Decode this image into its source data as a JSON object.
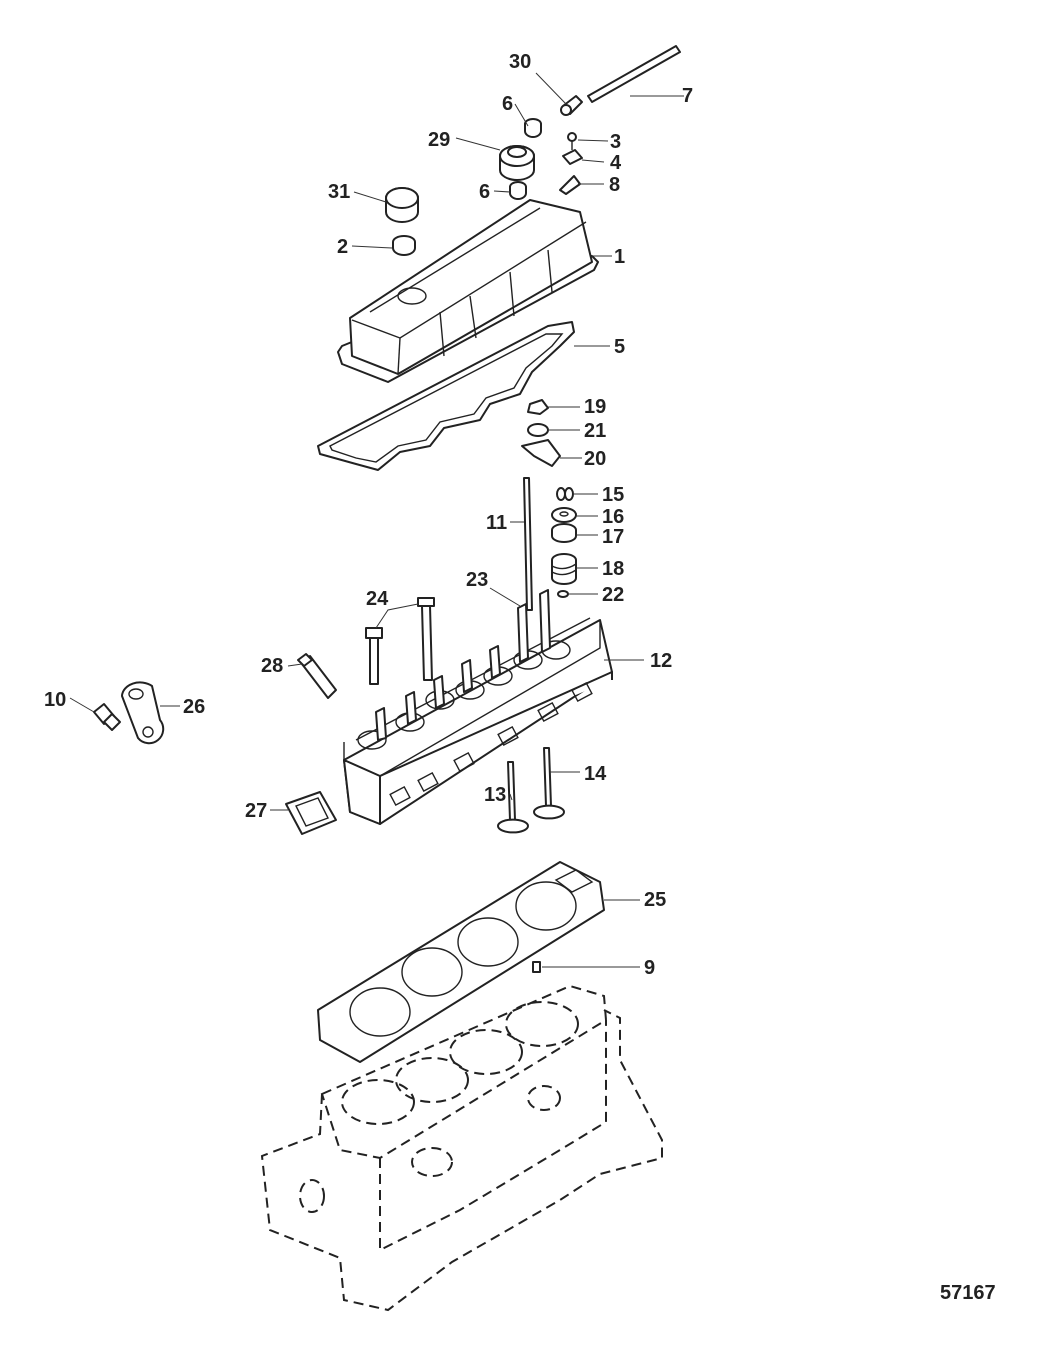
{
  "figure_id": "57167",
  "callouts": [
    {
      "id": "c30",
      "label": "30"
    },
    {
      "id": "c7",
      "label": "7"
    },
    {
      "id": "c6a",
      "label": "6"
    },
    {
      "id": "c3",
      "label": "3"
    },
    {
      "id": "c29",
      "label": "29"
    },
    {
      "id": "c4",
      "label": "4"
    },
    {
      "id": "c6b",
      "label": "6"
    },
    {
      "id": "c8",
      "label": "8"
    },
    {
      "id": "c31",
      "label": "31"
    },
    {
      "id": "c2",
      "label": "2"
    },
    {
      "id": "c1",
      "label": "1"
    },
    {
      "id": "c5",
      "label": "5"
    },
    {
      "id": "c19",
      "label": "19"
    },
    {
      "id": "c21",
      "label": "21"
    },
    {
      "id": "c20",
      "label": "20"
    },
    {
      "id": "c15",
      "label": "15"
    },
    {
      "id": "c11",
      "label": "11"
    },
    {
      "id": "c16",
      "label": "16"
    },
    {
      "id": "c17",
      "label": "17"
    },
    {
      "id": "c23",
      "label": "23"
    },
    {
      "id": "c18",
      "label": "18"
    },
    {
      "id": "c24",
      "label": "24"
    },
    {
      "id": "c22",
      "label": "22"
    },
    {
      "id": "c12",
      "label": "12"
    },
    {
      "id": "c28",
      "label": "28"
    },
    {
      "id": "c10",
      "label": "10"
    },
    {
      "id": "c26",
      "label": "26"
    },
    {
      "id": "c14",
      "label": "14"
    },
    {
      "id": "c13",
      "label": "13"
    },
    {
      "id": "c27",
      "label": "27"
    },
    {
      "id": "c25",
      "label": "25"
    },
    {
      "id": "c9",
      "label": "9"
    }
  ]
}
